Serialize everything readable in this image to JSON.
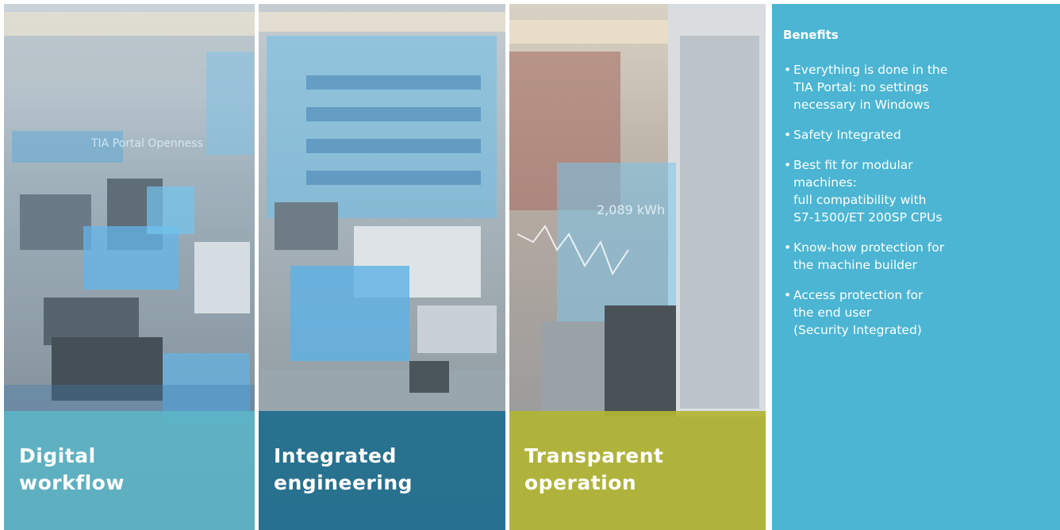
{
  "colors": {
    "benefits_bg": "#4bb5d3",
    "caption_1": "#5cb4c6",
    "caption_2": "#236f8e",
    "caption_3": "#b1b534"
  },
  "panels": [
    {
      "caption_lines": [
        "Digital",
        "workflow"
      ],
      "overlay_text": "TIA Portal Openness",
      "image": "factory-floor-photo"
    },
    {
      "caption_lines": [
        "Integrated",
        "engineering"
      ],
      "image": "factory-engineering-photo"
    },
    {
      "caption_lines": [
        "Transparent",
        "operation"
      ],
      "overlay_text": "2,089 kWh",
      "image": "factory-aisle-photo"
    }
  ],
  "benefits": {
    "title": "Benefits",
    "items": [
      {
        "lines": [
          "Everything is done in the",
          "TIA Portal: no settings",
          "necessary in Windows"
        ]
      },
      {
        "lines": [
          "Safety Integrated"
        ]
      },
      {
        "lines": [
          "Best fit for modular",
          "machines:",
          "full compatibility with",
          "S7-1500/ET 200SP CPUs"
        ]
      },
      {
        "lines": [
          "Know-how protection for",
          "the machine builder"
        ]
      },
      {
        "lines": [
          "Access protection for",
          "the end user",
          "(Security Integrated)"
        ]
      }
    ]
  }
}
